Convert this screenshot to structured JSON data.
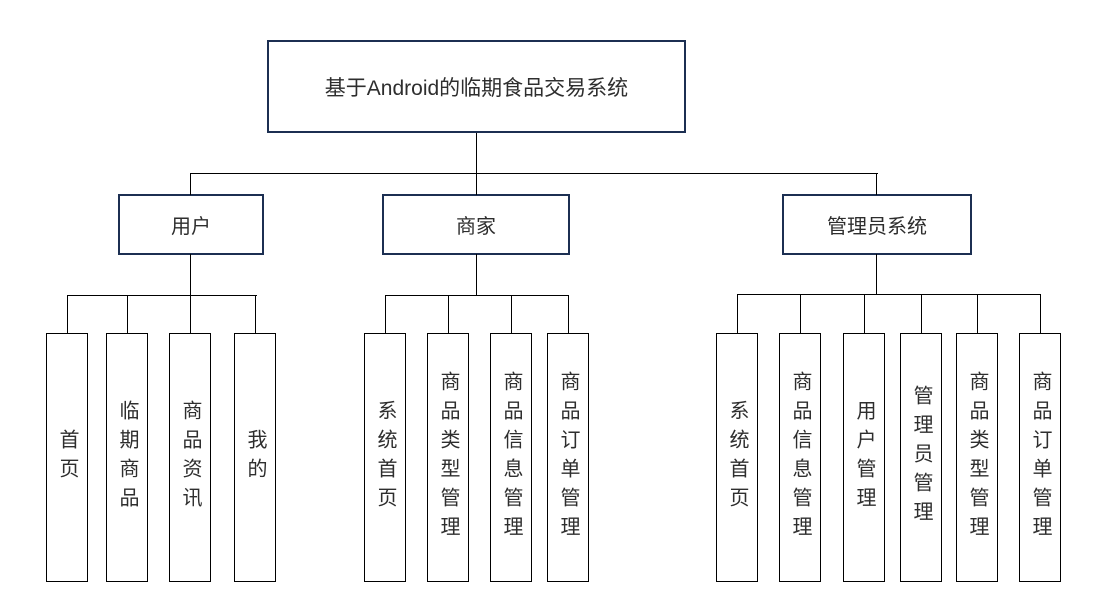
{
  "colors": {
    "node_border": "#1c2f52",
    "leaf_border": "#000000",
    "connector": "#000000",
    "text": "#2e2e2e",
    "background": "#ffffff"
  },
  "chart": {
    "type": "tree-diagram",
    "root": "基于Android的临期食品交易系统",
    "branches": [
      {
        "label": "用户",
        "children": [
          "首页",
          "临期商品",
          "商品资讯",
          "我的"
        ]
      },
      {
        "label": "商家",
        "children": [
          "系统首页",
          "商品类型管理",
          "商品信息管理",
          "商品订单管理"
        ]
      },
      {
        "label": "管理员系统",
        "children": [
          "系统首页",
          "商品信息管理",
          "用户管理",
          "管理员管理",
          "商品类型管理",
          "商品订单管理"
        ]
      }
    ]
  }
}
